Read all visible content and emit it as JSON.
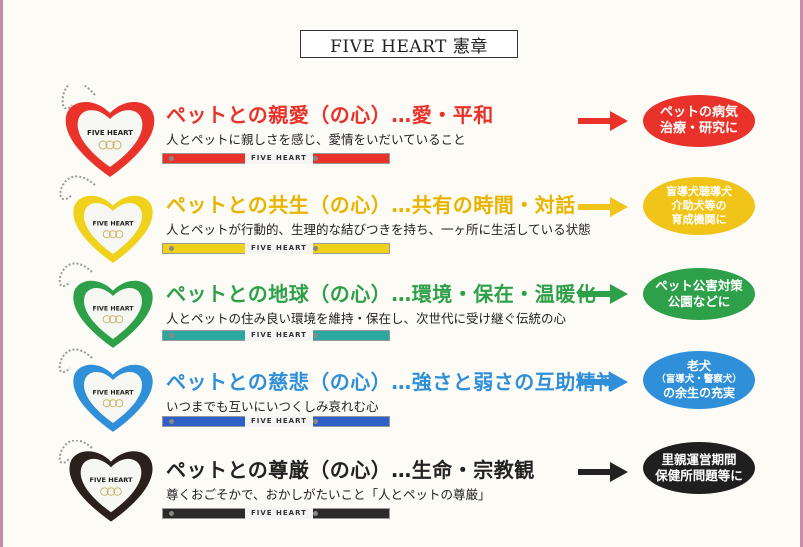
{
  "title": "FIVE HEART 憲章",
  "heart_text": "FIVE HEART",
  "strap_text": "FIVE HEART",
  "rows": [
    {
      "color": "#e8322a",
      "heading": "ペットとの親愛（の心）…愛・平和",
      "description": "人とペットに親しさを感じ、愛情をいだいていること",
      "target_lines": [
        "ペットの病気",
        "治療・研究に"
      ],
      "circle_color": "#e8322a"
    },
    {
      "color": "#f0c419",
      "heading": "ペットとの共生（の心）…共有の時間・対話",
      "description": "人とペットが行動的、生理的な結びつきを持ち、一ヶ所に生活している状態",
      "target_lines": [
        "盲導犬聴導犬",
        "介助犬等の",
        "育成機関に"
      ],
      "circle_color": "#f0c419"
    },
    {
      "color": "#2ea04a",
      "heading": "ペットとの地球（の心）…環境・保在・温暖化",
      "description": "人とペットの住み良い環境を維持・保在し、次世代に受け継ぐ伝統の心",
      "target_lines": [
        "ペット公害対策",
        "公園などに"
      ],
      "circle_color": "#2ea04a"
    },
    {
      "color": "#2f8fd8",
      "heading": "ペットとの慈悲（の心）…強さと弱さの互助精神",
      "description": "いつまでも互いにいつくしみ哀れむ心",
      "target_lines": [
        "老犬",
        "（盲導犬・警察犬）",
        "の余生の充実"
      ],
      "circle_color": "#2f8fd8"
    },
    {
      "color": "#222222",
      "heading": "ペットとの尊厳（の心）…生命・宗教観",
      "description": "尊くおごそかで、おかしがたいこと「人とペットの尊厳」",
      "target_lines": [
        "里親運営期間",
        "保健所問題等に"
      ],
      "circle_color": "#1f1f1f"
    }
  ]
}
